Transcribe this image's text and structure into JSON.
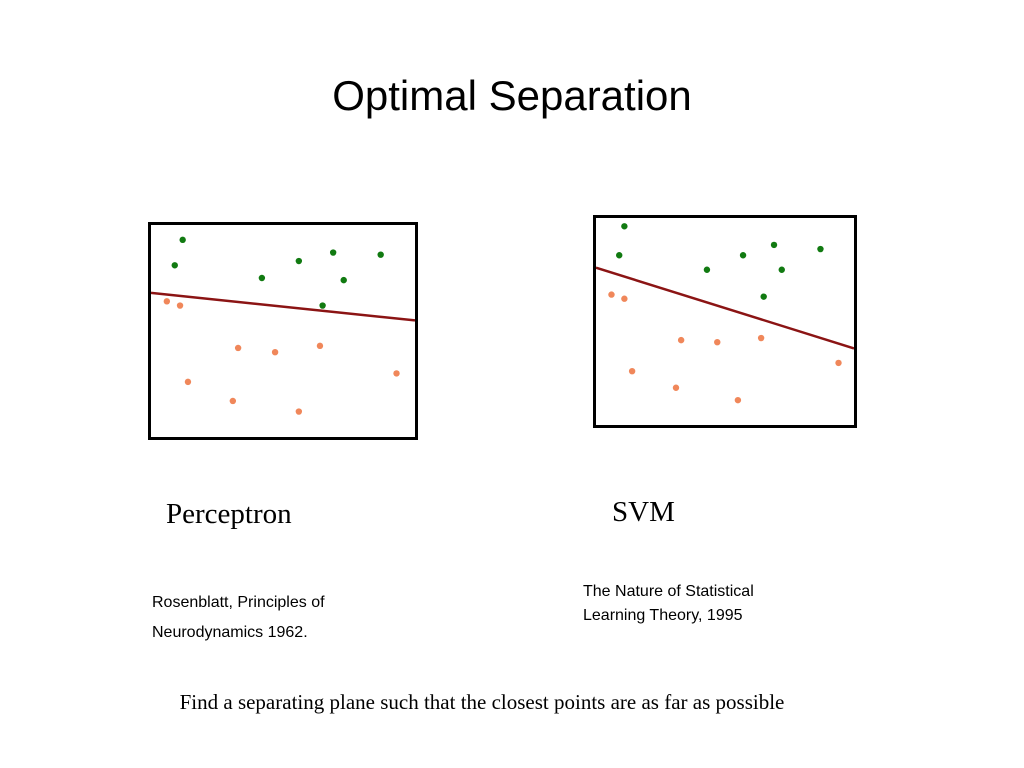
{
  "slide": {
    "title": "Optimal Separation",
    "caption": "Find a separating plane such that the closest points are as far as possible"
  },
  "panels": [
    {
      "label": "Perceptron",
      "reference_lines": [
        "Rosenblatt, Principles of",
        "Neurodynamics 1962."
      ]
    },
    {
      "label": "SVM",
      "reference_lines": [
        "The Nature of Statistical",
        "Learning Theory, 1995"
      ]
    }
  ],
  "colors": {
    "class_a": "#117a11",
    "class_b": "#f0875a",
    "separator": "#8b1414",
    "frame": "#000000"
  },
  "chart_data": [
    {
      "type": "scatter",
      "title": "",
      "xlim": [
        0,
        100
      ],
      "ylim": [
        0,
        100
      ],
      "grid": false,
      "series": [
        {
          "values": [
            [
              12,
              93
            ],
            [
              9,
              81
            ],
            [
              42,
              75
            ],
            [
              56,
              83
            ],
            [
              69,
              87
            ],
            [
              73,
              74
            ],
            [
              87,
              86
            ],
            [
              65,
              62
            ]
          ]
        },
        {
          "values": [
            [
              6,
              64
            ],
            [
              11,
              62
            ],
            [
              33,
              42
            ],
            [
              47,
              40
            ],
            [
              64,
              43
            ],
            [
              14,
              26
            ],
            [
              31,
              17
            ],
            [
              56,
              12
            ],
            [
              93,
              30
            ]
          ]
        }
      ],
      "separator": [
        [
          0,
          68
        ],
        [
          100,
          55
        ]
      ]
    },
    {
      "type": "scatter",
      "title": "",
      "xlim": [
        0,
        100
      ],
      "ylim": [
        0,
        100
      ],
      "grid": false,
      "series": [
        {
          "values": [
            [
              11,
              96
            ],
            [
              9,
              82
            ],
            [
              43,
              75
            ],
            [
              57,
              82
            ],
            [
              69,
              87
            ],
            [
              72,
              75
            ],
            [
              87,
              85
            ],
            [
              65,
              62
            ]
          ]
        },
        {
          "values": [
            [
              6,
              63
            ],
            [
              11,
              61
            ],
            [
              33,
              41
            ],
            [
              47,
              40
            ],
            [
              64,
              42
            ],
            [
              14,
              26
            ],
            [
              31,
              18
            ],
            [
              55,
              12
            ],
            [
              94,
              30
            ]
          ]
        }
      ],
      "separator": [
        [
          0,
          76
        ],
        [
          100,
          37
        ]
      ]
    }
  ]
}
